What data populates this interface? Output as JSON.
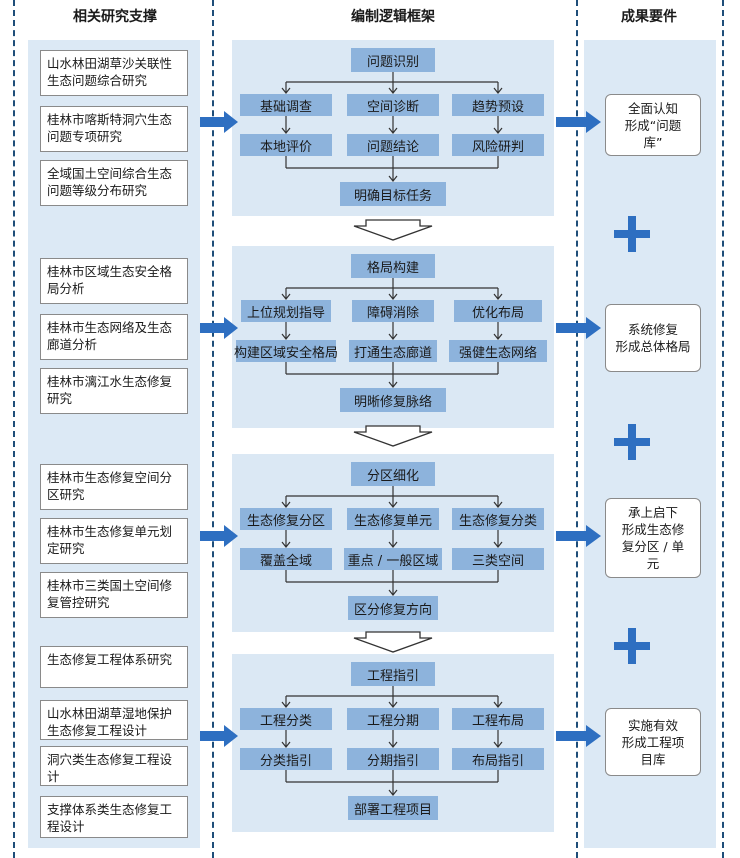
{
  "headers": {
    "left": "相关研究支撑",
    "center": "编制逻辑框架",
    "right": "成果要件"
  },
  "research": [
    "山水林田湖草沙关联性生态问题综合研究",
    "桂林市喀斯特洞穴生态问题专项研究",
    "全域国土空间综合生态问题等级分布研究",
    "桂林市区域生态安全格局分析",
    "桂林市生态网络及生态廊道分析",
    "桂林市漓江水生态修复研究",
    "桂林市生态修复空间分区研究",
    "桂林市生态修复单元划定研究",
    "桂林市三类国土空间修复管控研究",
    "生态修复工程体系研究",
    "山水林田湖草湿地保护生态修复工程设计",
    "洞穴类生态修复工程设计",
    "支撑体系类生态修复工程设计"
  ],
  "stages": [
    {
      "top": "问题识别",
      "row1": [
        "基础调查",
        "空间诊断",
        "趋势预设"
      ],
      "row2": [
        "本地评价",
        "问题结论",
        "风险研判"
      ],
      "bottom": "明确目标任务"
    },
    {
      "top": "格局构建",
      "row1": [
        "上位规划指导",
        "障碍消除",
        "优化布局"
      ],
      "row2": [
        "构建区域安全格局",
        "打通生态廊道",
        "强健生态网络"
      ],
      "bottom": "明晰修复脉络"
    },
    {
      "top": "分区细化",
      "row1": [
        "生态修复分区",
        "生态修复单元",
        "生态修复分类"
      ],
      "row2": [
        "覆盖全域",
        "重点 / 一般区域",
        "三类空间"
      ],
      "bottom": "区分修复方向"
    },
    {
      "top": "工程指引",
      "row1": [
        "工程分类",
        "工程分期",
        "工程布局"
      ],
      "row2": [
        "分类指引",
        "分期指引",
        "布局指引"
      ],
      "bottom": "部署工程项目"
    }
  ],
  "outcomes": [
    "全面认知\n形成“问题\n库”",
    "系统修复\n形成总体格局",
    "承上启下\n形成生态修\n复分区 / 单\n元",
    "实施有效\n形成工程项\n目库"
  ],
  "colors": {
    "panel": "#dce9f5",
    "pill": "#8db3dc",
    "arrow": "#2e6fc1",
    "dash": "#1f4e79"
  }
}
